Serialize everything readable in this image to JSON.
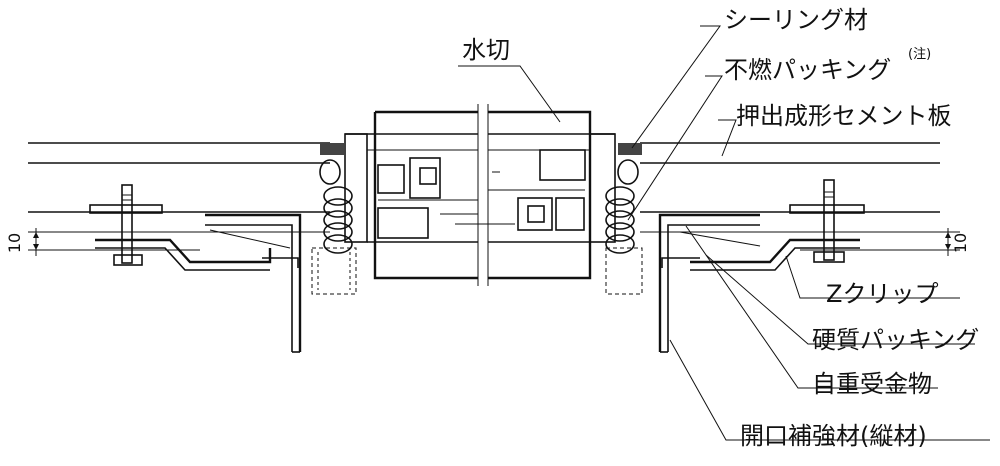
{
  "labels": {
    "mizukiri": "水切",
    "sealing": "シーリング材",
    "fune_packing": "不燃パッキング",
    "fune_note": "(注)",
    "extruded_board": "押出成形セメント板",
    "z_clip": "Zクリップ",
    "hard_packing": "硬質パッキング",
    "self_weight_bracket": "自重受金物",
    "opening_reinforcement": "開口補強材(縦材)",
    "dim_left": "10",
    "dim_right": "10"
  }
}
